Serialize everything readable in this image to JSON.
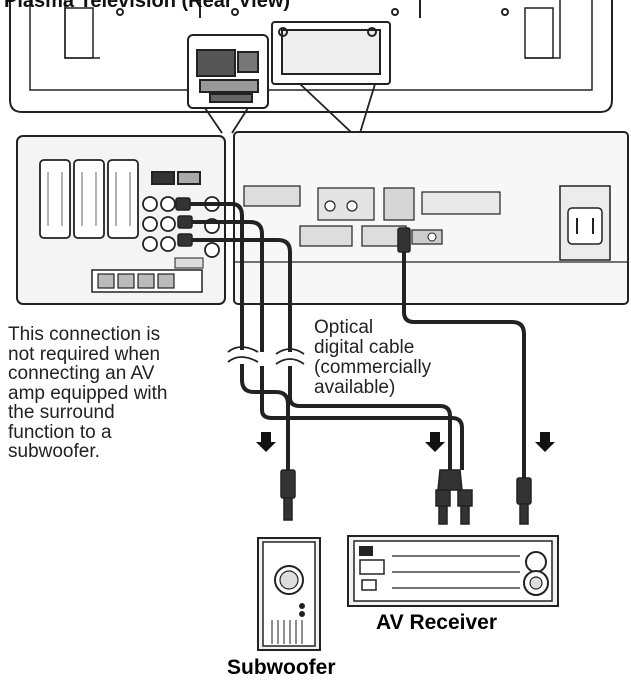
{
  "title": "Plasma Television (Rear View)",
  "note_text": "This connection is\nnot required when\nconnecting an AV\namp equipped with\nthe surround\nfunction to a\nsubwoofer.",
  "cable_label": "Optical\ndigital cable\n(commercially\navailable)",
  "devices": {
    "receiver": "AV Receiver",
    "subwoofer": "Subwoofer"
  },
  "colors": {
    "line": "#222222",
    "panel": "#f4f4f4",
    "shade": "#bdbdbd"
  }
}
